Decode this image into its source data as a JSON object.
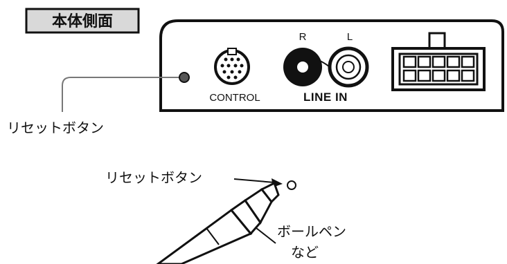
{
  "title": "本体側面",
  "panel": {
    "connector_label": "CONTROL",
    "line_in_label": "LINE IN",
    "channel_right": "R",
    "channel_left": "L"
  },
  "callouts": {
    "reset_button_top": "リセットボタン",
    "reset_button_bottom": "リセットボタン",
    "pen_line1": "ボールペン",
    "pen_line2": "など"
  }
}
